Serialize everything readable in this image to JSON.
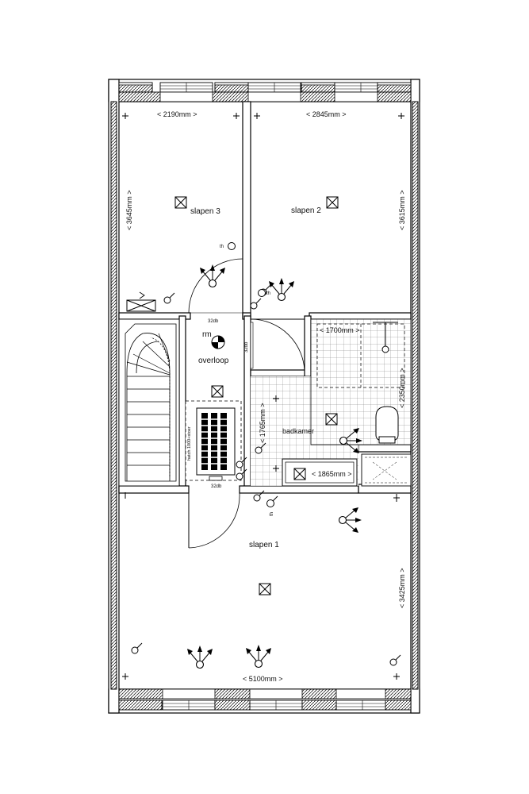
{
  "rooms": {
    "slapen3": "slapen 3",
    "slapen2": "slapen 2",
    "slapen1": "slapen 1",
    "overloop": "overloop",
    "badkamer": "badkamer",
    "rm": "rm"
  },
  "dimensions": {
    "d2190": "< 2190mm >",
    "d2845": "< 2845mm >",
    "d3645": "< 3645mm >",
    "d3615": "< 3615mm >",
    "d1700": "< 1700mm >",
    "d2350": "< 2350mm >",
    "d1765": "< 1765mm >",
    "d1865": "< 1865mm >",
    "d3425": "< 3425mm >",
    "d5100": "< 5100mm >"
  },
  "annotations": {
    "db_landing_top": "32db",
    "db_side": "32db",
    "db_landing_bottom": "32db",
    "thermostat_top": "th",
    "thermostat_mid": "th",
    "thermostat_bottom": "th",
    "hatch_label": "hatch 1000+stoer"
  }
}
